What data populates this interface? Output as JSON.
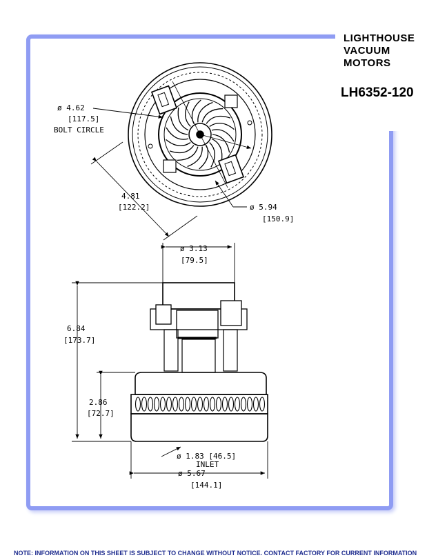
{
  "brand": {
    "line1": "LIGHTHOUSE",
    "line2": "VACUUM",
    "line3": "MOTORS"
  },
  "model": "LH6352-120",
  "dimensions": {
    "bolt_circle": {
      "dia": "ø 4.62",
      "mm": "[117.5]",
      "label": "BOLT CIRCLE"
    },
    "diag": {
      "in": "4.81",
      "mm": "[122.2]"
    },
    "outer": {
      "dia": "ø 5.94",
      "mm": "[150.9]"
    },
    "top_width": {
      "dia": "ø 3.13",
      "mm": "[79.5]"
    },
    "height_total": {
      "in": "6.84",
      "mm": "[173.7]"
    },
    "height_lower": {
      "in": "2.86",
      "mm": "[72.7]"
    },
    "inlet": {
      "dia": "ø 1.83 [46.5]",
      "label": "INLET"
    },
    "base": {
      "dia": "ø 5.67",
      "mm": "[144.1]"
    }
  },
  "footer": "NOTE: INFORMATION ON THIS SHEET IS SUBJECT TO CHANGE WITHOUT NOTICE. CONTACT FACTORY FOR CURRENT INFORMATION",
  "colors": {
    "frame": "#8f9cf3",
    "footer_text": "#1f2d8f"
  }
}
